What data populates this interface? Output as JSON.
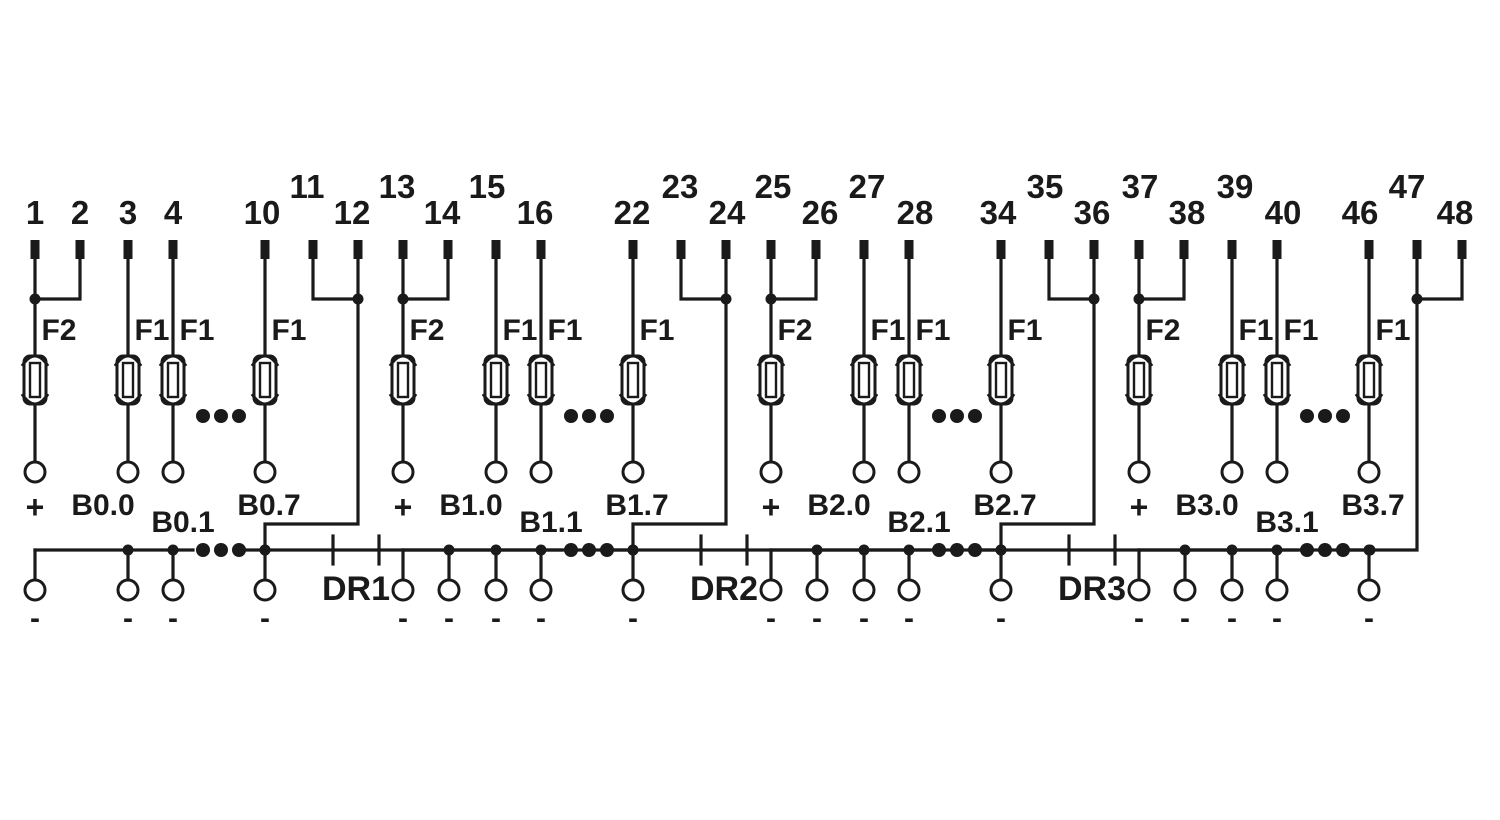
{
  "colors": {
    "ink": "#1a1a1a",
    "background": "#ffffff"
  },
  "blocks": [
    {
      "terminals_high": [
        "1",
        "3",
        "4",
        "10"
      ],
      "terminals_low": [
        "11"
      ],
      "terminals_bridge": [
        "2",
        "12"
      ],
      "fuse_label_first": "F2",
      "fuse_label_rest": "F1",
      "plus": "+",
      "section_labels": [
        "B0.0",
        "B0.1",
        "B0.7"
      ],
      "dr_label": "DR1"
    },
    {
      "terminals_high": [
        "14",
        "16",
        "22"
      ],
      "terminals_low": [
        "13",
        "15",
        "23"
      ],
      "terminals_bridge": [
        "24"
      ],
      "fuse_label_first": "F2",
      "fuse_label_rest": "F1",
      "plus": "+",
      "section_labels": [
        "B1.0",
        "B1.1",
        "B1.7"
      ],
      "dr_label": "DR2"
    },
    {
      "terminals_high": [
        "26",
        "28",
        "34"
      ],
      "terminals_low": [
        "25",
        "27",
        "35"
      ],
      "terminals_bridge": [
        "36"
      ],
      "fuse_label_first": "F2",
      "fuse_label_rest": "F1",
      "plus": "+",
      "section_labels": [
        "B2.0",
        "B2.1",
        "B2.7"
      ],
      "dr_label": "DR3"
    },
    {
      "terminals_high": [
        "38",
        "40",
        "46",
        "48"
      ],
      "terminals_low": [
        "37",
        "39",
        "47"
      ],
      "terminals_bridge": [],
      "fuse_label_first": "F2",
      "fuse_label_rest": "F1",
      "plus": "+",
      "section_labels": [
        "B3.0",
        "B3.1",
        "B3.7"
      ],
      "dr_label": ""
    }
  ],
  "minus_symbol": "-"
}
